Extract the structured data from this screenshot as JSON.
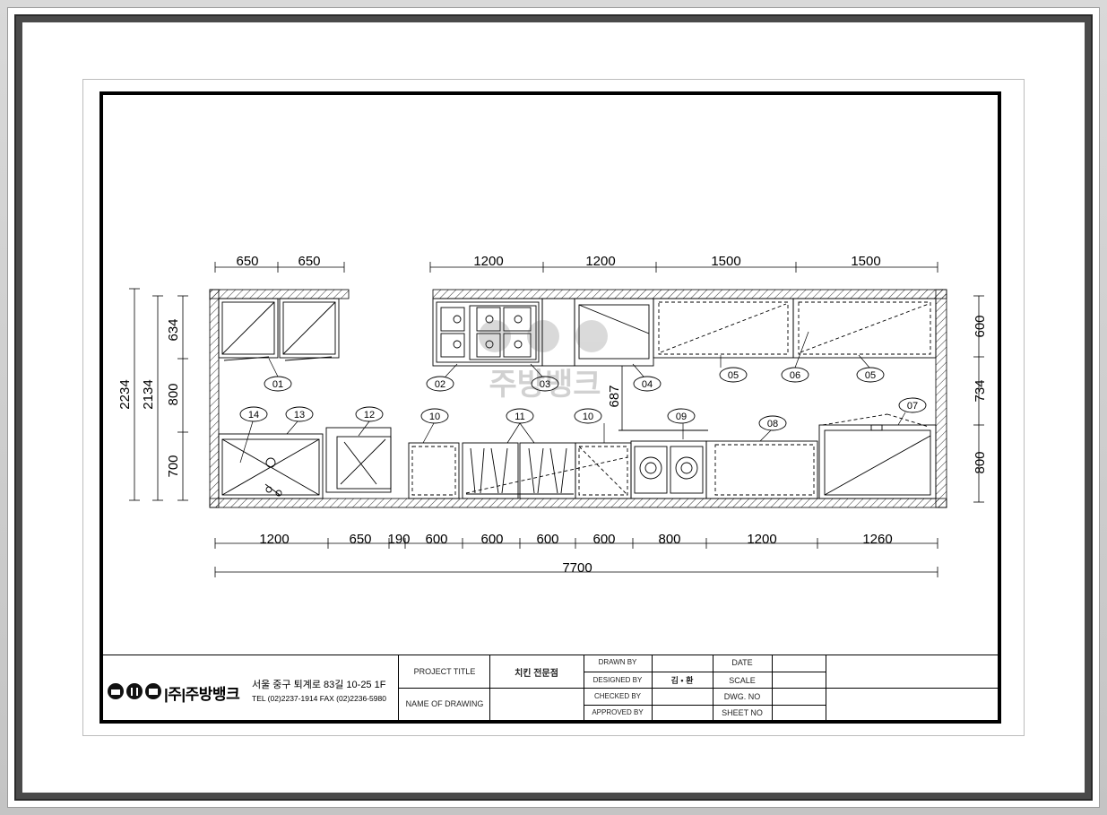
{
  "plan": {
    "top_dims": [
      "650",
      "650",
      "1200",
      "1200",
      "1500",
      "1500"
    ],
    "bottom_dims": [
      "1200",
      "650",
      "190",
      "600",
      "600",
      "600",
      "600",
      "800",
      "1200",
      "1260"
    ],
    "total_dim": "7700",
    "left_dims": [
      "2234",
      "2134",
      "634",
      "800",
      "700"
    ],
    "right_dims": [
      "600",
      "734",
      "800"
    ],
    "mid_dim": "687",
    "labels": [
      "01",
      "02",
      "03",
      "04",
      "05",
      "06",
      "05",
      "07",
      "08",
      "09",
      "10",
      "11",
      "10",
      "12",
      "13",
      "14"
    ]
  },
  "watermark": "주방뱅크",
  "title_block": {
    "company": "|주|주방뱅크",
    "address": "서울 중구 퇴계로 83길 10-25 1F",
    "tel": "TEL (02)2237-1914 FAX (02)2236-5980",
    "project_title_label": "PROJECT TITLE",
    "project_title_value": "치킨 전문점",
    "name_of_drawing_label": "NAME OF DRAWING",
    "drawn_by": "DRAWN BY",
    "designed_by": "DESIGNED BY",
    "designer_name": "김 • 환",
    "checked_by": "CHECKED BY",
    "approved_by": "APPROVED BY",
    "date": "DATE",
    "scale": "SCALE",
    "dwg_no": "DWG. NO",
    "sheet_no": "SHEET NO"
  }
}
